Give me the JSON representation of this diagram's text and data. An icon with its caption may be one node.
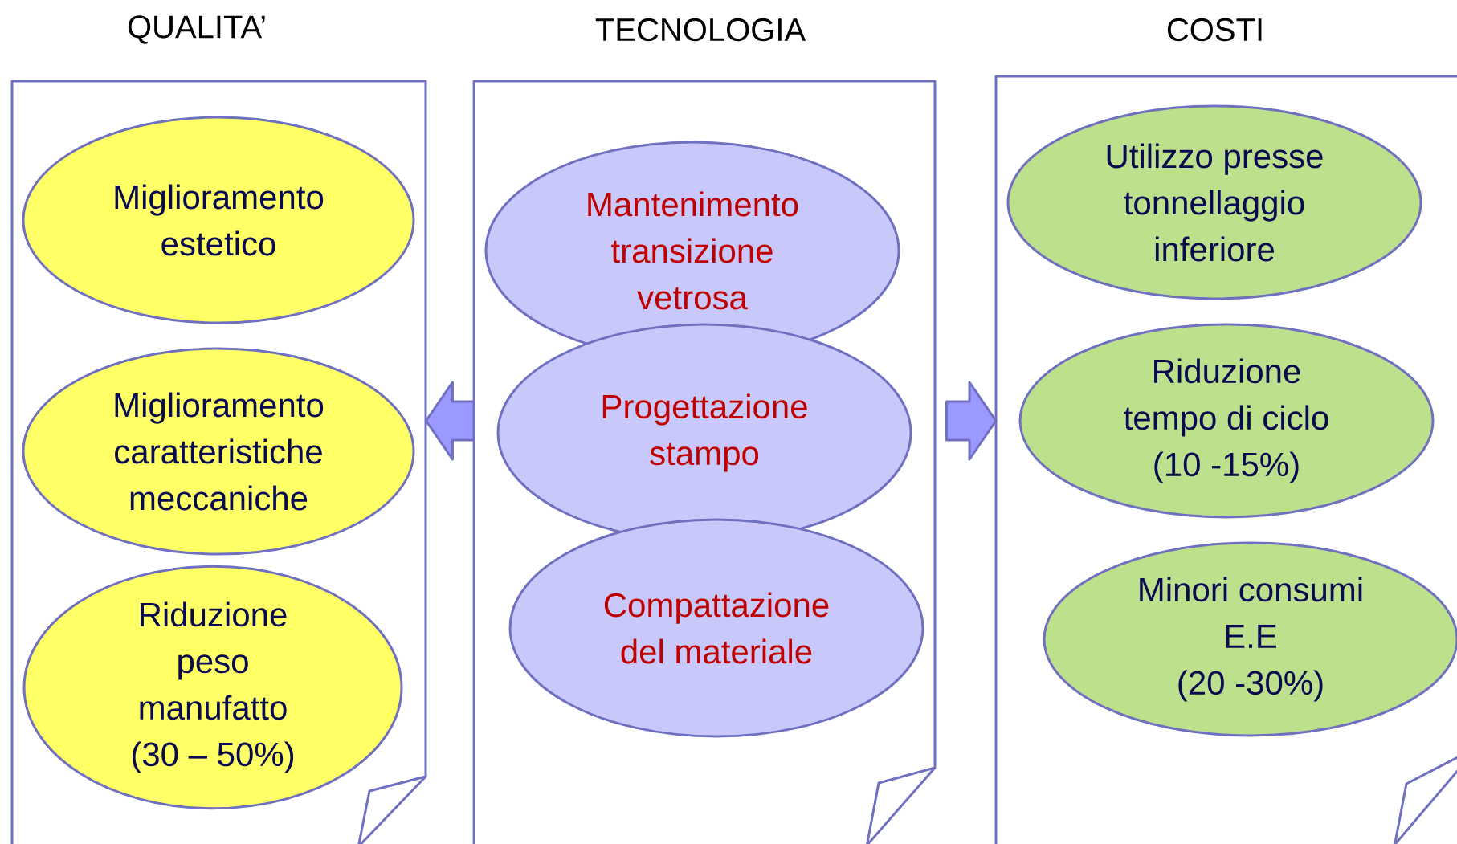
{
  "diagram": {
    "nodes": [
      {
        "text": [
          "QUALITA’"
        ]
      },
      {
        "text": [
          "TECNOLOGIA"
        ]
      },
      {
        "text": [
          "COSTI"
        ]
      },
      {
        "text": [
          "Miglioramento estetico"
        ],
        "in": 0
      },
      {
        "text": [
          "Miglioramento caratteristiche meccaniche"
        ],
        "in": 0
      },
      {
        "text": [
          "Riduzione peso manufatto",
          "(30 – 50%)"
        ],
        "in": 0
      },
      {
        "text": [
          "Mantenimento transizione vetrosa"
        ],
        "in": 1
      },
      {
        "text": [
          "Progettazione stampo"
        ],
        "in": 1
      },
      {
        "text": [
          "Compattazione del materiale"
        ],
        "in": 1
      },
      {
        "text": [
          "Utilizzo presse tonnellaggio inferiore"
        ],
        "in": 2
      },
      {
        "text": [
          "Riduzione tempo di ciclo",
          "(10 -15%)"
        ],
        "in": 2
      },
      {
        "text": [
          "Minori consumi E.E",
          "(20 -30%)"
        ],
        "in": 2
      }
    ],
    "edges": [
      {
        "from": 1,
        "to": 0,
        "arrow": "to"
      },
      {
        "from": 1,
        "to": 2,
        "arrow": "to"
      }
    ]
  }
}
